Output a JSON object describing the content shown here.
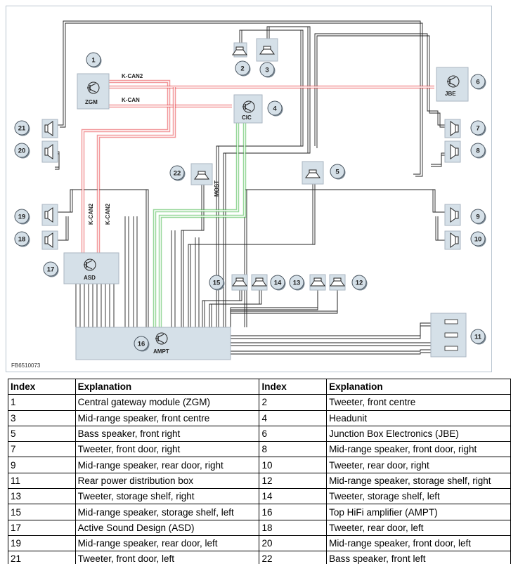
{
  "diagram": {
    "figure_code": "FB6510073",
    "bus_labels": {
      "kcan2_top": "K-CAN2",
      "kcan_top": "K-CAN",
      "most": "MOST",
      "kcan_vert_left": "K-CAN2",
      "kcan_vert_right": "K-CAN2"
    },
    "modules": {
      "zgm": "ZGM",
      "cic": "CIC",
      "jbe": "JBE",
      "asd": "ASD",
      "ampt": "AMPT"
    },
    "callouts": [
      "1",
      "2",
      "3",
      "4",
      "5",
      "6",
      "7",
      "8",
      "9",
      "10",
      "11",
      "12",
      "13",
      "14",
      "15",
      "16",
      "17",
      "18",
      "19",
      "20",
      "21",
      "22"
    ],
    "colors": {
      "frame": "#b8c4cf",
      "box": "#d5e0e8",
      "kcan": "#e8454a",
      "most": "#45b84a",
      "wire": "#222222"
    }
  },
  "legend": {
    "headers": [
      "Index",
      "Explanation",
      "Index",
      "Explanation"
    ],
    "rows": [
      [
        "1",
        "Central gateway module (ZGM)",
        "2",
        "Tweeter, front centre"
      ],
      [
        "3",
        "Mid-range speaker, front centre",
        "4",
        "Headunit"
      ],
      [
        "5",
        "Bass speaker, front right",
        "6",
        "Junction Box Electronics (JBE)"
      ],
      [
        "7",
        "Tweeter, front door, right",
        "8",
        "Mid-range speaker, front door, right"
      ],
      [
        "9",
        "Mid-range speaker, rear door, right",
        "10",
        "Tweeter, rear door, right"
      ],
      [
        "11",
        "Rear power distribution box",
        "12",
        "Mid-range speaker, storage shelf, right"
      ],
      [
        "13",
        "Tweeter, storage shelf, right",
        "14",
        "Tweeter, storage shelf, left"
      ],
      [
        "15",
        "Mid-range speaker, storage shelf, left",
        "16",
        "Top HiFi amplifier (AMPT)"
      ],
      [
        "17",
        "Active Sound Design (ASD)",
        "18",
        "Tweeter, rear door, left"
      ],
      [
        "19",
        "Mid-range speaker, rear door, left",
        "20",
        "Mid-range speaker, front door, left"
      ],
      [
        "21",
        "Tweeter, front door, left",
        "22",
        "Bass speaker, front left"
      ]
    ]
  }
}
